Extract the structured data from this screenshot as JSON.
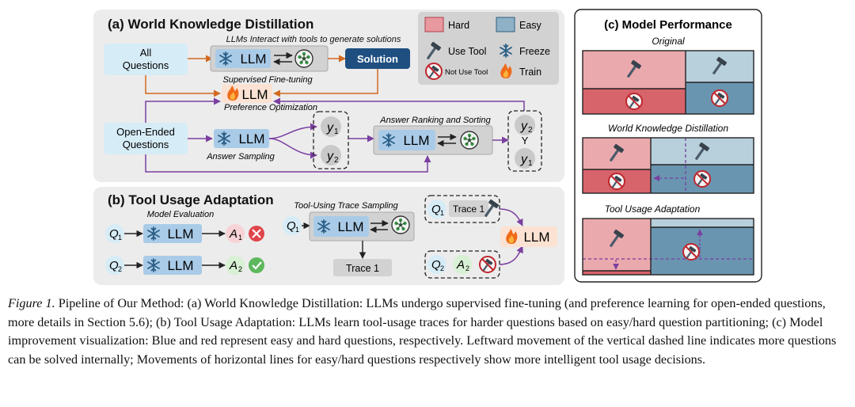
{
  "panel_a": {
    "title": "(a) World Knowledge Distillation",
    "interact_note": "LLMs Interact with tools to generate solutions",
    "all_questions": [
      "All",
      "Questions"
    ],
    "llm": "LLM",
    "solution": "Solution",
    "sft_label": "Supervised Fine-tuning",
    "po_label": "Preference Optimization",
    "open_ended": [
      "Open-Ended",
      "Questions"
    ],
    "answer_sampling": "Answer Sampling",
    "ranking_label": "Answer Ranking and Sorting",
    "y1_base": "y",
    "y2_base": "y",
    "sub1": "1",
    "sub2": "2",
    "succ": "Y"
  },
  "legend": {
    "hard": "Hard",
    "easy": "Easy",
    "use_tool": "Use Tool",
    "freeze": "Freeze",
    "not_use_tool": "Not Use Tool",
    "train": "Train",
    "colors": {
      "hard": "#e8989f",
      "easy": "#8fb1c6"
    }
  },
  "panel_b": {
    "title": "(b) Tool Usage Adaptation",
    "model_eval": "Model Evaluation",
    "trace_sampling": "Tool-Using Trace Sampling",
    "q_base": "Q",
    "a_base": "A",
    "sub1": "1",
    "sub2": "2",
    "llm": "LLM",
    "trace1": "Trace 1"
  },
  "panel_c": {
    "title": "(c) Model Performance",
    "original": "Original",
    "wkd": "World Knowledge Distillation",
    "tua": "Tool Usage Adaptation"
  },
  "caption": {
    "label": "Figure 1.",
    "text": "Pipeline of Our Method: (a) World Knowledge Distillation: LLMs undergo supervised fine-tuning (and preference learning for open-ended questions, more details in Section 5.6); (b) Tool Usage Adaptation: LLMs learn tool-usage traces for harder questions based on easy/hard question partitioning; (c) Model improvement visualization: Blue and red represent easy and hard questions, respectively. Leftward movement of the vertical dashed line indicates more questions can be solved internally; Movements of horizontal lines for easy/hard questions respectively show more intelligent tool usage decisions."
  }
}
